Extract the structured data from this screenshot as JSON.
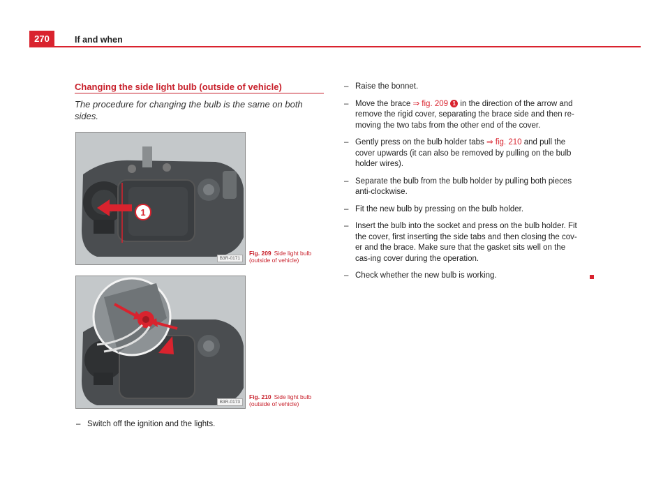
{
  "header": {
    "page_number": "270",
    "title": "If and when"
  },
  "section": {
    "title": "Changing the side light bulb (outside of vehicle)",
    "intro": "The procedure for changing the bulb is the same on both sides."
  },
  "figures": [
    {
      "label": "Fig. 209",
      "caption": "Side light bulb (outside of vehicle)",
      "code": "B3R-0171",
      "callout": "1"
    },
    {
      "label": "Fig. 210",
      "caption": "Side light bulb (outside of vehicle)",
      "code": "B3R-0173"
    }
  ],
  "left_steps": [
    {
      "text": "Switch off the ignition and the lights."
    }
  ],
  "right_steps": {
    "step1": "Raise the bonnet.",
    "step2_pre": "Move the brace ",
    "step2_ref": "⇒ fig. 209",
    "step2_callout": "1",
    "step2_post": " in the direction of the arrow and remove the rigid cover, separating the brace side and then re-moving the two tabs from the other end of the cover.",
    "step3_pre": "Gently press on the bulb holder tabs ",
    "step3_ref": "⇒ fig. 210",
    "step3_post": " and pull the cover upwards (it can also be removed by pulling on the bulb holder wires).",
    "step4": "Separate the bulb from the bulb holder by pulling both pieces anti-clockwise.",
    "step5": "Fit the new bulb by pressing on the bulb holder.",
    "step6": "Insert the bulb into the socket and press on the bulb holder. Fit the cover, first inserting the side tabs and then closing the cov-er and the brace. Make sure that the gasket sits well on the cas-ing cover during the operation.",
    "step7": "Check whether the new bulb is working."
  },
  "colors": {
    "accent": "#d9232e"
  }
}
